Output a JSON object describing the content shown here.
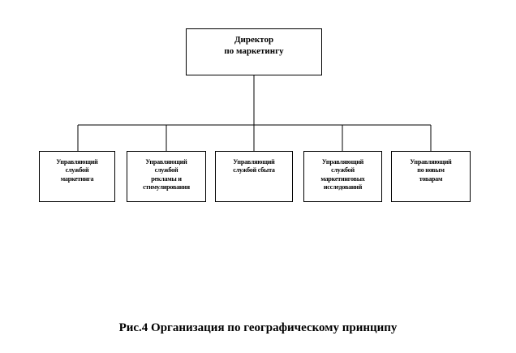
{
  "diagram": {
    "root": {
      "lines": [
        "Директор",
        "по маркетингу"
      ]
    },
    "children": [
      {
        "lines": [
          "Управляющий",
          "службой",
          "маркетинга"
        ]
      },
      {
        "lines": [
          "Управляющий",
          "службой",
          "рекламы и",
          "стимулирования"
        ]
      },
      {
        "lines": [
          "Управляющий",
          "службой сбыта"
        ]
      },
      {
        "lines": [
          "Управляющий",
          "службой",
          "маркетинговых",
          "исследований"
        ]
      },
      {
        "lines": [
          "Управляющий",
          "по новым",
          "товарам"
        ]
      }
    ],
    "caption": "Рис.4 Организация по географическому принципу"
  }
}
